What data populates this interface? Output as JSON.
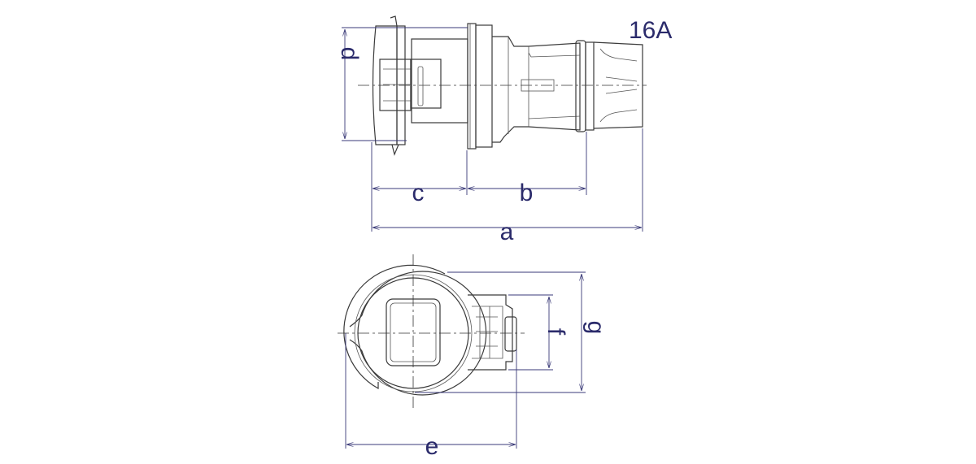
{
  "rating": "16A",
  "dimensions": {
    "a": "a",
    "b": "b",
    "c": "c",
    "d": "d",
    "e": "e",
    "f": "f",
    "g": "g"
  },
  "colors": {
    "dimension": "#3a3a78",
    "outline": "#3a3a3a",
    "label": "#2b2b6b"
  }
}
